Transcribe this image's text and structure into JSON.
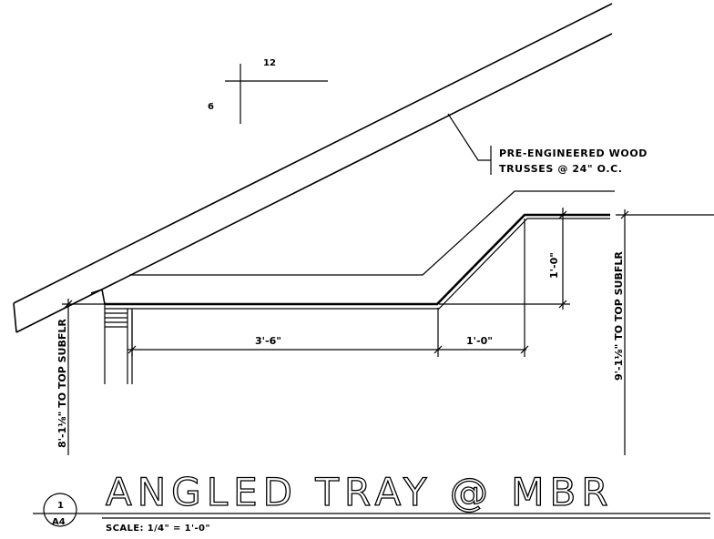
{
  "slope_symbol": {
    "rise": "6",
    "run": "12"
  },
  "callout": {
    "line1": "PRE-ENGINEERED WOOD",
    "line2": "TRUSSES @ 24\" O.C."
  },
  "dimensions": {
    "flat_width": "3'-6\"",
    "angled_width": "1'-0\"",
    "tray_rise": "1'-0\"",
    "right_height": "9'-1⅛\" TO TOP SUBFLR",
    "left_height": "8'-1⅛\" TO TOP SUBFLR"
  },
  "title_block": {
    "title": "ANGLED TRAY @ MBR",
    "scale": "SCALE: 1/4\" = 1'-0\"",
    "detail_number": "1",
    "sheet_number": "A4"
  }
}
